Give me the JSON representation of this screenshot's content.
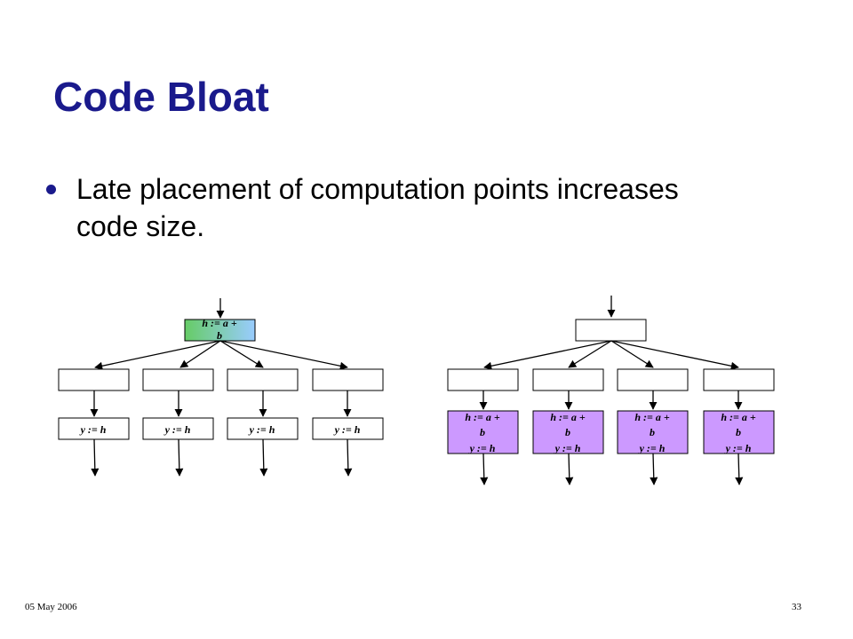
{
  "slide": {
    "title": "Code Bloat",
    "bullet": "Late placement of computation points increases code size."
  },
  "left_graph": {
    "top_node_lines": [
      "h := a +",
      "b"
    ],
    "bottom_nodes": [
      {
        "label": "y := h"
      },
      {
        "label": "y := h"
      },
      {
        "label": "y := h"
      },
      {
        "label": "y := h"
      }
    ]
  },
  "right_graph": {
    "bottom_nodes": [
      {
        "lines": [
          "h := a +",
          "b",
          "y := h"
        ]
      },
      {
        "lines": [
          "h := a +",
          "b",
          "y := h"
        ]
      },
      {
        "lines": [
          "h := a +",
          "b",
          "y := h"
        ]
      },
      {
        "lines": [
          "h := a +",
          "b",
          "y := h"
        ]
      }
    ]
  },
  "colors": {
    "title": "#1a1a8c",
    "bullet": "#1a1a8c",
    "highlight_fill": "#cc99ff",
    "gradient_start": "#66cc66",
    "gradient_end": "#99ccff"
  },
  "footer": {
    "date": "05 May 2006",
    "page": "33"
  }
}
